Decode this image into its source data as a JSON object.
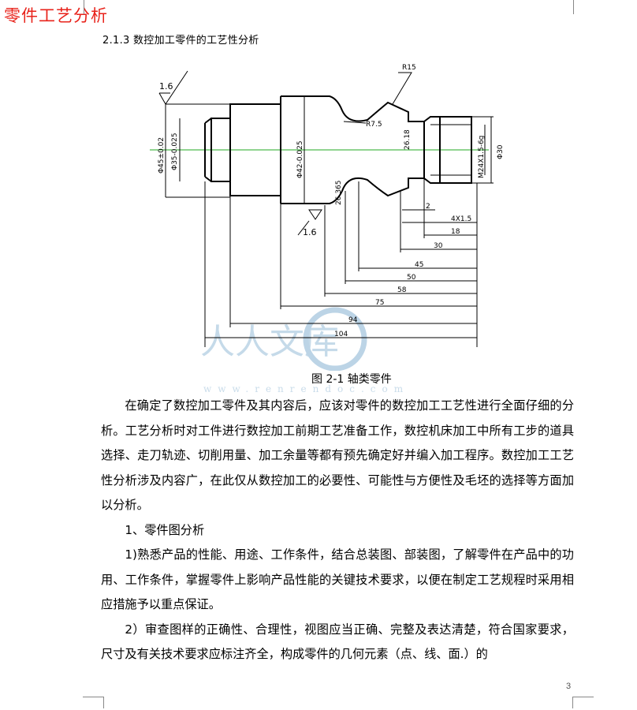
{
  "doc_title": "零件工艺分析",
  "section_heading": "2.1.3 数控加工零件的工艺性分析",
  "figure": {
    "caption": "图 2-1 轴类零件",
    "roughness_top": "1.6",
    "roughness_bottom": "1.6",
    "dim_r15": "R15",
    "dim_r7_5": "R7.5",
    "dim_d45": "Φ45±0.02",
    "dim_d35": "Φ35-0.025",
    "dim_d42": "Φ42-0.025",
    "dim_26_365": "26.365",
    "dim_26_18": "26.18",
    "dim_thread": "M24X1.5-6g",
    "dim_d30": "Φ30",
    "dim_2": "2",
    "dim_4x1_5": "4X1.5",
    "dim_18": "18",
    "dim_30": "30",
    "dim_45": "45",
    "dim_50": "50",
    "dim_58": "58",
    "dim_75": "75",
    "dim_94": "94",
    "dim_104": "104"
  },
  "watermark": {
    "main": "人人文库",
    "url": "www.renrendoc.com"
  },
  "paragraphs": [
    "在确定了数控加工零件及其内容后，应该对零件的数控加工工艺性进行全面仔细的分析。工艺分析时对工件进行数控加工前期工艺准备工作，数控机床加工中所有工步的道具选择、走刀轨迹、切削用量、加工余量等都有预先确定好并编入加工程序。数控加工工艺性分析涉及内容广，在此仅从数控加工的必要性、可能性与方便性及毛坯的选择等方面加以分析。",
    "1、零件图分析",
    "1)熟悉产品的性能、用途、工作条件，结合总装图、部装图，了解零件在产品中的功用、工作条件，掌握零件上影响产品性能的关键技术要求，以便在制定工艺规程时采用相应措施予以重点保证。",
    "2）审查图样的正确性、合理性，视图应当正确、完整及表达清楚，符合国家要求，尺寸及有关技术要求应标注齐全，构成零件的几何元素（点、线、面.）的"
  ],
  "page_number": "3",
  "colors": {
    "title": "#e8231b",
    "centerline": "#22aa22",
    "watermark": "#bcd4e6"
  }
}
